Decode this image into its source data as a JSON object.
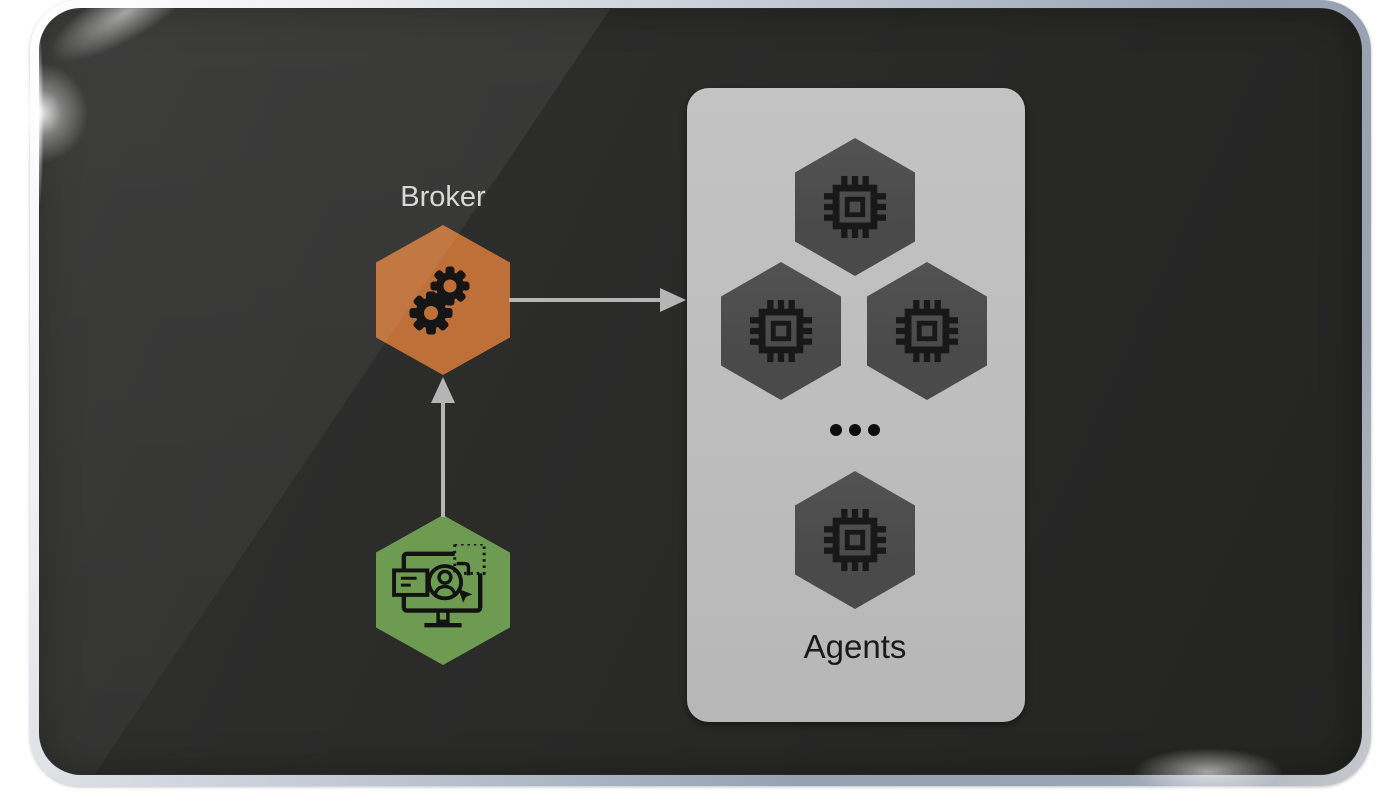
{
  "colors": {
    "broker_color": "#BF7038",
    "client_color": "#6D9B51",
    "agent_hex_color": "#4A4A4A",
    "panel_color": "#BDBDBD",
    "arrow_color": "#B5B5B5",
    "icon_color": "#161616",
    "broker_label_color": "#D6D6D6",
    "agents_label_color": "#1A1A1A",
    "screen_color": "#282827",
    "bezel_color": "#9AA5B4"
  },
  "broker": {
    "label": "Broker",
    "icon": "gears-icon"
  },
  "client": {
    "icon": "user-screen-icon"
  },
  "agents": {
    "label": "Agents",
    "icon": "chip-icon",
    "visible_agent_count": 4,
    "ellipsis_dot_count": 3
  },
  "connections": [
    {
      "from": "client",
      "to": "broker",
      "direction": "up"
    },
    {
      "from": "broker",
      "to": "agents",
      "direction": "right"
    }
  ]
}
